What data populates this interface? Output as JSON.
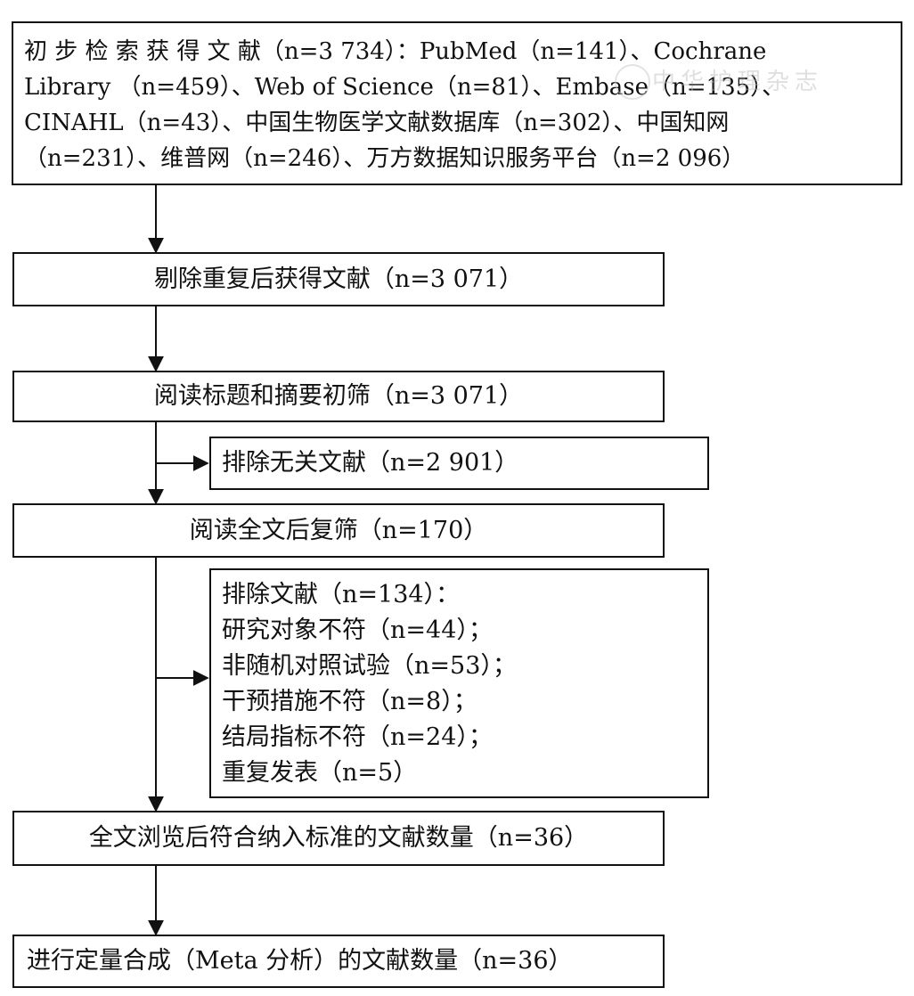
{
  "box1": {
    "lines": [
      "初 步 检 索 获 得 文 献（n=3 734）：PubMed（n=141）、Cochrane",
      "Library （n=459）、Web of Science（n=81）、Embase（n=135）、",
      "CINAHL（n=43）、中国生物医学文献数据库（n=302）、中国知网",
      "（n=231）、维普网（n=246）、万方数据知识服务平台（n=2 096）"
    ]
  },
  "box2": {
    "text": "剔除重复后获得文献（n=3 071）"
  },
  "box3": {
    "text": "阅读标题和摘要初筛（n=3 071）"
  },
  "exclude1": {
    "text": "排除无关文献（n=2 901）"
  },
  "box4": {
    "text": "阅读全文后复筛（n=170）"
  },
  "exclude2": {
    "lines": [
      "排除文献（n=134）：",
      "研究对象不符（n=44）；",
      "非随机对照试验（n=53）；",
      "干预措施不符（n=8）；",
      "结局指标不符（n=24）；",
      "重复发表（n=5）"
    ]
  },
  "box5": {
    "text": "全文浏览后符合纳入标准的文献数量（n=36）"
  },
  "box6": {
    "text": "进行定量合成（Meta 分析）的文献数量（n=36）"
  },
  "watermark": {
    "text": "中华护理杂志"
  }
}
